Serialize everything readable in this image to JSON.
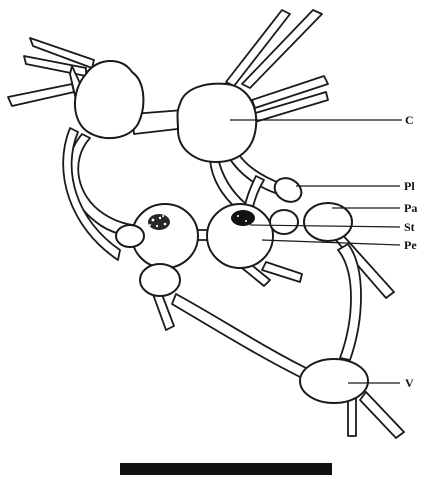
{
  "labels": {
    "c": "C",
    "pl": "Pl",
    "pa": "Pa",
    "st": "St",
    "pe": "Pe",
    "v": "V"
  },
  "colors": {
    "ink": "#1a1a1a",
    "background": "#ffffff"
  }
}
